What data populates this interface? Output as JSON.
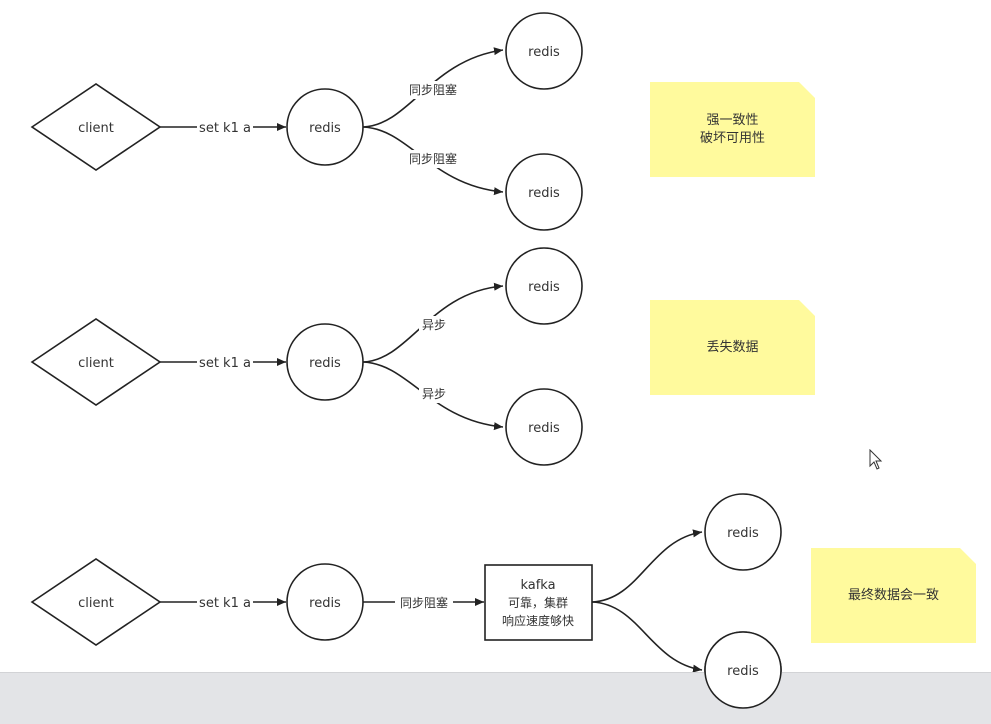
{
  "colors": {
    "stroke": "#222222",
    "text": "#333333",
    "note_bg": "#fffa9d",
    "background": "#ffffff"
  },
  "rows": [
    {
      "client": "client",
      "edge_client_redis": "set k1 a",
      "redis_main": "redis",
      "branch_top_label": "同步阻塞",
      "branch_bottom_label": "同步阻塞",
      "replica_top": "redis",
      "replica_bottom": "redis",
      "note": "强一致性\n破坏可用性"
    },
    {
      "client": "client",
      "edge_client_redis": "set k1 a",
      "redis_main": "redis",
      "branch_top_label": "异步",
      "branch_bottom_label": "异步",
      "replica_top": "redis",
      "replica_bottom": "redis",
      "note": "丢失数据"
    },
    {
      "client": "client",
      "edge_client_redis": "set k1 a",
      "redis_main": "redis",
      "edge_redis_kafka": "同步阻塞",
      "kafka_lines": [
        "kafka",
        "可靠，集群",
        "响应速度够快"
      ],
      "replica_top": "redis",
      "replica_bottom": "redis",
      "note": "最终数据会一致"
    }
  ],
  "icons": {
    "cursor": "mouse-pointer-icon"
  }
}
